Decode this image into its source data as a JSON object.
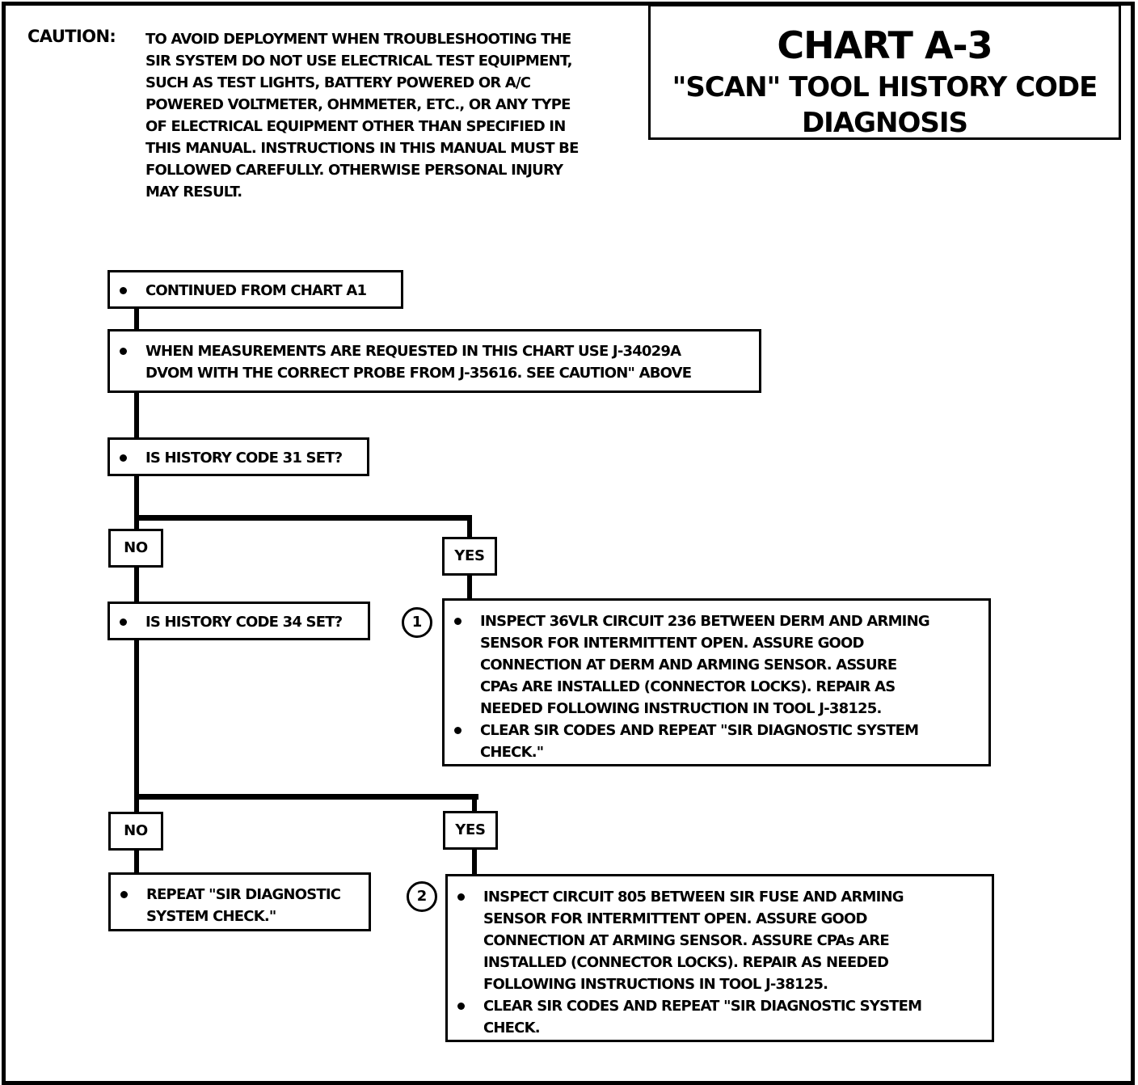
{
  "caution": {
    "label": "CAUTION:",
    "lines": [
      "TO AVOID DEPLOYMENT WHEN TROUBLESHOOTING THE",
      "SIR SYSTEM DO NOT USE ELECTRICAL TEST EQUIPMENT,",
      "SUCH AS TEST LIGHTS, BATTERY POWERED OR A/C",
      "POWERED VOLTMETER, OHMMETER, ETC., OR ANY TYPE",
      "OF ELECTRICAL EQUIPMENT OTHER THAN SPECIFIED IN",
      "THIS MANUAL.  INSTRUCTIONS IN THIS MANUAL MUST BE",
      "FOLLOWED CAREFULLY.  OTHERWISE PERSONAL INJURY",
      "MAY RESULT."
    ]
  },
  "title": {
    "main": "CHART A-3",
    "sub_line1": "\"SCAN\" TOOL HISTORY CODE",
    "sub_line2": "DIAGNOSIS"
  },
  "flow": {
    "continued": "CONTINUED FROM CHART A1",
    "measurements_line1": "WHEN MEASUREMENTS ARE REQUESTED IN THIS CHART USE J-34029A",
    "measurements_line2": "DVOM WITH THE CORRECT PROBE FROM J-35616. SEE CAUTION\" ABOVE",
    "q1": "IS HISTORY CODE 31 SET?",
    "q2": "IS HISTORY CODE 34 SET?",
    "no_label": "NO",
    "yes_label": "YES",
    "repeat_line1": "REPEAT \"SIR DIAGNOSTIC",
    "repeat_line2": "SYSTEM CHECK.\"",
    "step1": {
      "number": "1",
      "bullet1": [
        "INSPECT 36VLR CIRCUIT 236 BETWEEN DERM AND ARMING",
        "SENSOR FOR INTERMITTENT OPEN.  ASSURE GOOD",
        "CONNECTION AT DERM AND ARMING SENSOR.  ASSURE",
        "CPAs ARE INSTALLED (CONNECTOR LOCKS).  REPAIR AS",
        "NEEDED FOLLOWING INSTRUCTION IN TOOL J-38125."
      ],
      "bullet2": [
        "CLEAR SIR CODES AND REPEAT \"SIR DIAGNOSTIC SYSTEM",
        "CHECK.\""
      ]
    },
    "step2": {
      "number": "2",
      "bullet1": [
        "INSPECT CIRCUIT 805 BETWEEN SIR FUSE AND ARMING",
        "SENSOR FOR INTERMITTENT OPEN.  ASSURE GOOD",
        "CONNECTION AT ARMING SENSOR.  ASSURE CPAs ARE",
        "INSTALLED (CONNECTOR LOCKS).  REPAIR AS NEEDED",
        "FOLLOWING INSTRUCTIONS IN TOOL J-38125."
      ],
      "bullet2": [
        "CLEAR SIR CODES AND REPEAT \"SIR DIAGNOSTIC SYSTEM",
        "CHECK."
      ]
    }
  }
}
